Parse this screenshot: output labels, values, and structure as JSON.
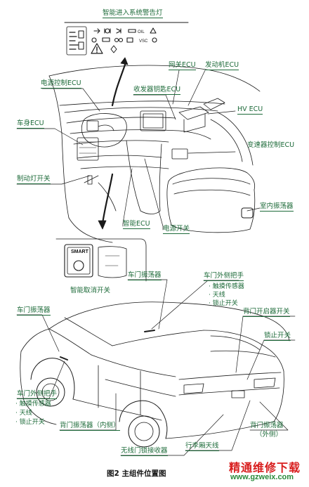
{
  "top": {
    "warning_lamp": "智能进入系统警告灯"
  },
  "dashboard": {
    "gateway_ecu": "网关ECU",
    "engine_ecu": "发动机ECU",
    "power_control_ecu": "电源控制ECU",
    "transponder_key_ecu": "收发器钥匙ECU",
    "hv_ecu": "HV ECU",
    "body_ecu": "车身ECU",
    "transmission_ecu": "变速器控制ECU",
    "stop_lamp_switch": "制动灯开关",
    "interior_oscillator": "室内振荡器",
    "smart_ecu": "智能ECU",
    "power_switch": "电源开关",
    "smart_cancel_switch": "智能取消开关",
    "smart_button_text": "SMART"
  },
  "car": {
    "door_oscillator_top": "车门振荡器",
    "door_outer_handle_top": "车门外侧把手",
    "door_outer_handle_top_items": [
      "· 触摸传感器",
      "· 天线",
      "· 锁止开关"
    ],
    "door_oscillator_left": "车门振荡器",
    "back_door_opener_switch": "背门开启器开关",
    "lock_switch": "锁止开关",
    "door_outer_handle_left": "车门外侧把手",
    "door_outer_handle_left_items": [
      "· 触摸传感器",
      "· 天线",
      "· 锁止开关"
    ],
    "back_door_oscillator_inner": "背门振荡器（内侧）",
    "back_door_oscillator_outer": "背门振荡器",
    "back_door_oscillator_outer_sub": "（外侧）",
    "luggage_antenna": "行李厢天线",
    "wireless_door_lock_receiver": "无线门锁接收器"
  },
  "caption": "图2 主组件位置图",
  "watermark": {
    "name": "精通维修下载",
    "url": "www.gzweix.com"
  },
  "colors": {
    "label": "#1e6b3a",
    "line": "#1a1a1a",
    "watermark_red": "#d81e1e",
    "watermark_green": "#2a8a3a"
  }
}
